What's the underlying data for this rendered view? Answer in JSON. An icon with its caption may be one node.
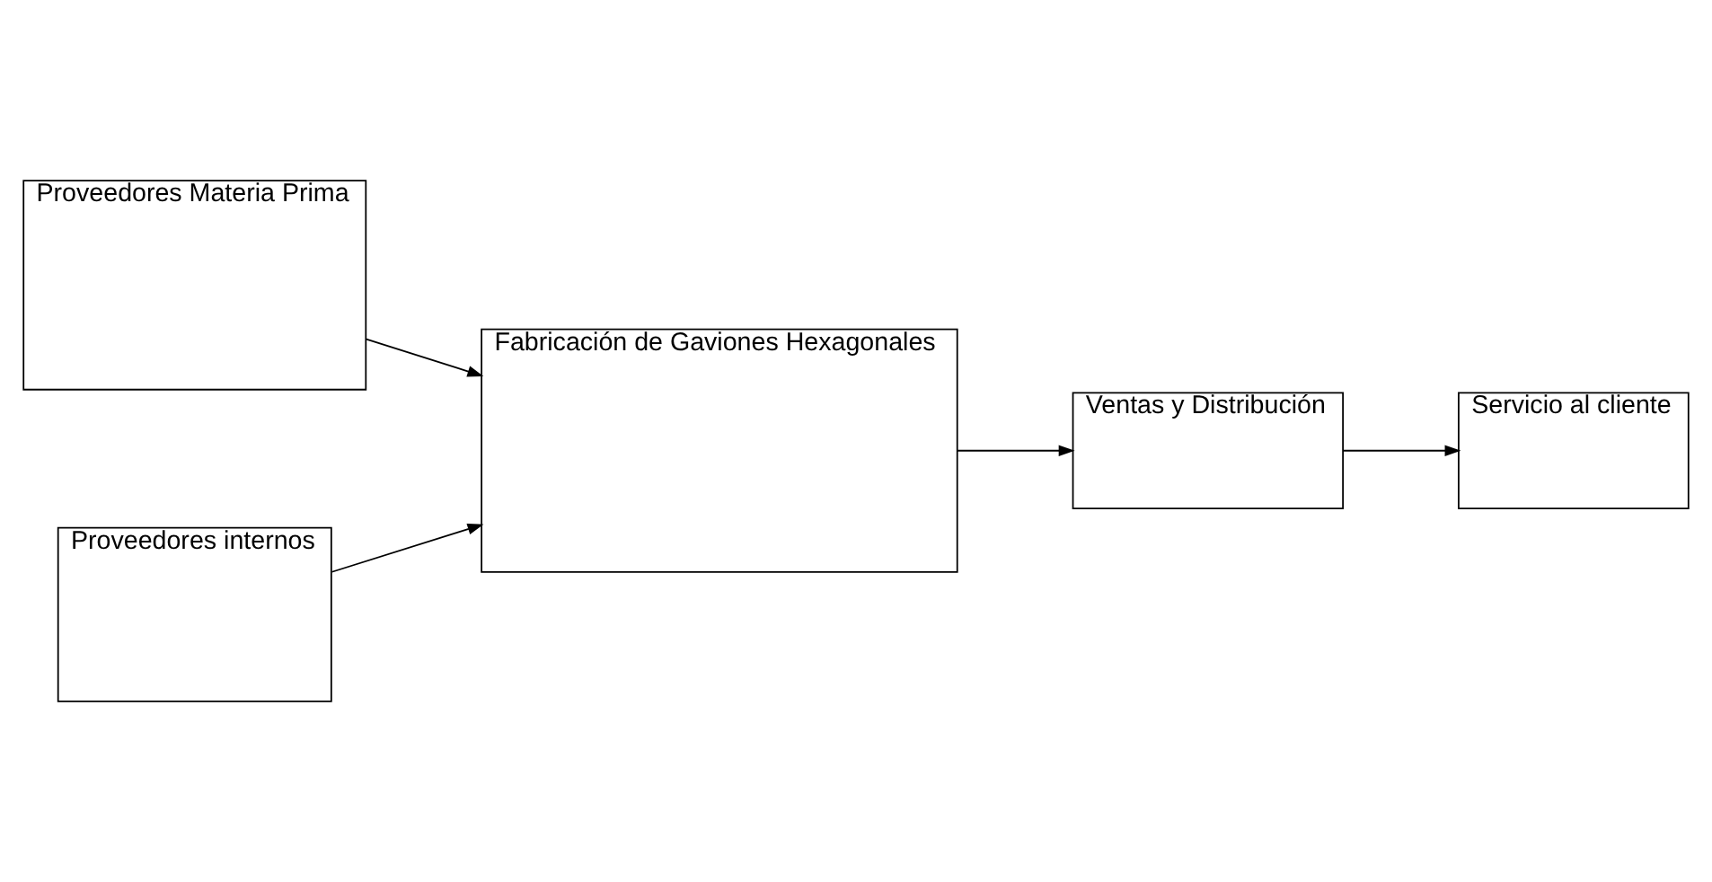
{
  "diagram": {
    "nodes": [
      {
        "text": [
          "Proveedores Materia Prima"
        ]
      },
      {
        "text": [
          "Proveedores internos"
        ]
      },
      {
        "text": [
          "Fabricación de Gaviones Hexagonales"
        ]
      },
      {
        "text": [
          "Ventas y Distribución"
        ]
      },
      {
        "text": [
          "Servicio al cliente"
        ]
      }
    ],
    "edges": [
      {
        "from": 0,
        "to": 2,
        "arrow": "to"
      },
      {
        "from": 1,
        "to": 2,
        "arrow": "to"
      },
      {
        "from": 2,
        "to": 3,
        "arrow": "to"
      },
      {
        "from": 3,
        "to": 4,
        "arrow": "to"
      }
    ]
  }
}
